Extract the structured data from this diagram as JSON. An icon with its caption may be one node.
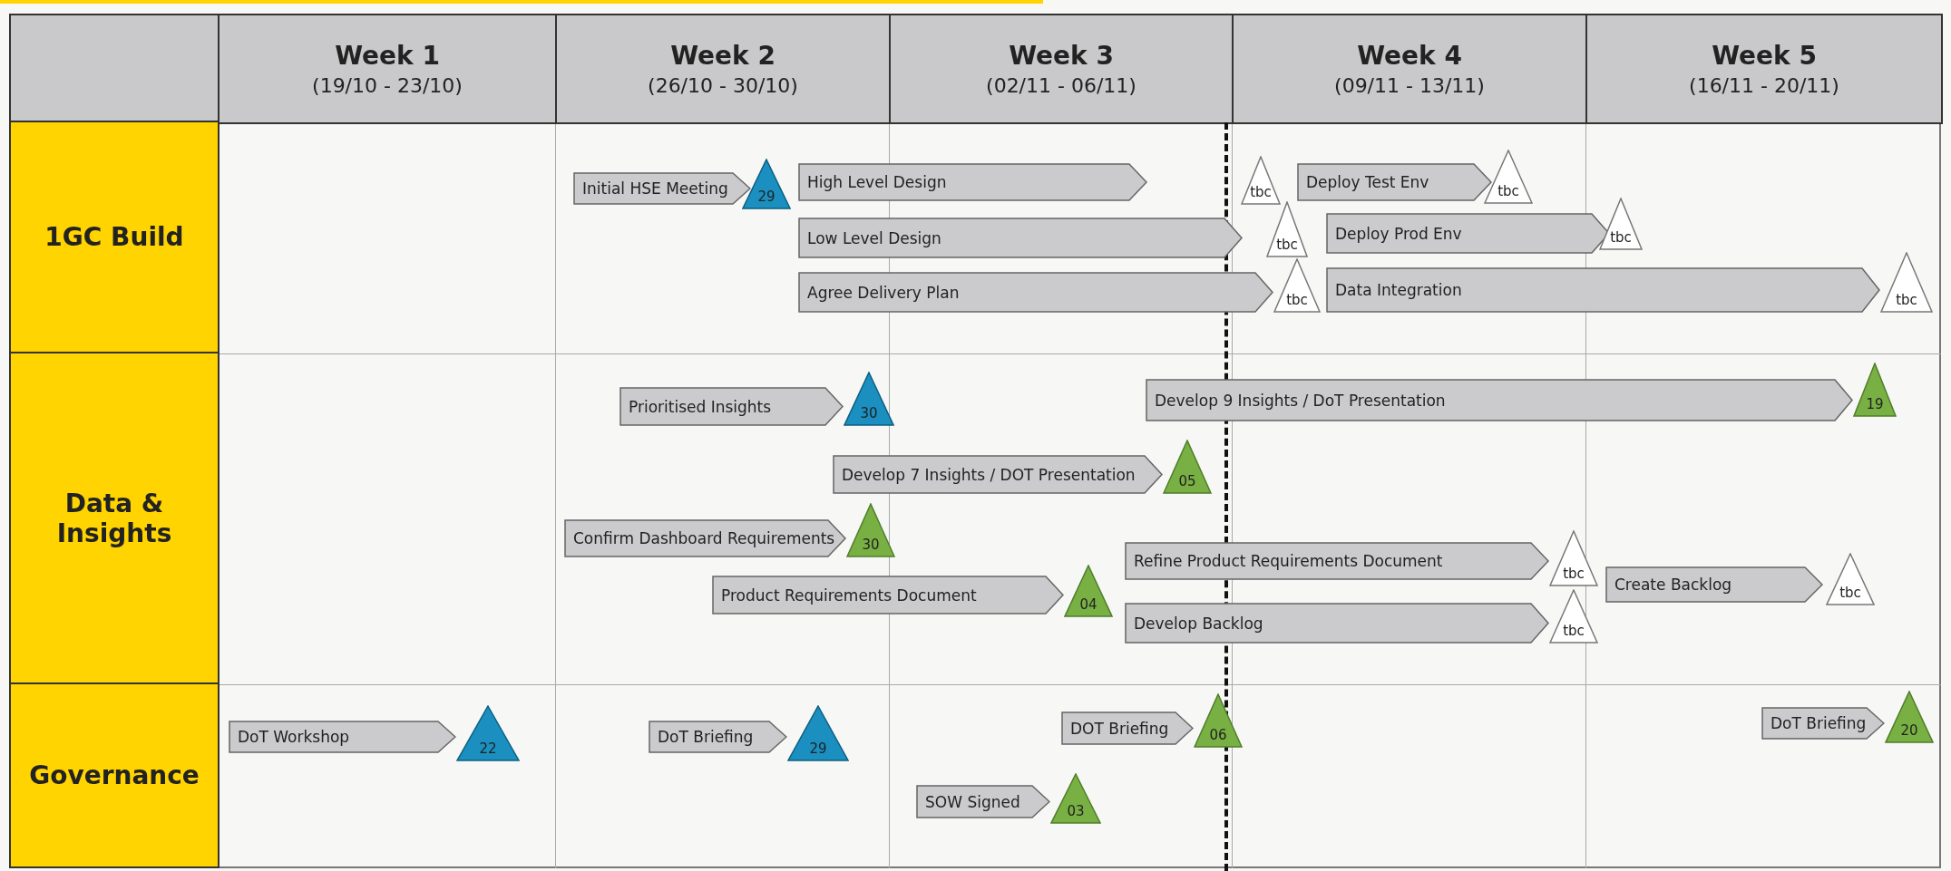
{
  "diagram": {
    "nodes": [
      {
        "text": [
          "Initial HSE Meeting"
        ]
      },
      {
        "text": [
          "29"
        ]
      },
      {
        "text": [
          "High Level Design"
        ]
      },
      {
        "text": [
          "tbc"
        ]
      },
      {
        "text": [
          "Deploy Test Env"
        ]
      },
      {
        "text": [
          "tbc"
        ]
      },
      {
        "text": [
          "Low Level Design"
        ]
      },
      {
        "text": [
          "tbc"
        ]
      },
      {
        "text": [
          "Deploy Prod Env"
        ]
      },
      {
        "text": [
          "tbc"
        ]
      },
      {
        "text": [
          "Agree Delivery Plan"
        ]
      },
      {
        "text": [
          "tbc"
        ]
      },
      {
        "text": [
          "Data Integration"
        ]
      },
      {
        "text": [
          "tbc"
        ]
      },
      {
        "text": [
          "Develop 9 Insights / DoT Presentation"
        ]
      },
      {
        "text": [
          "19"
        ]
      },
      {
        "text": [
          "Prioritised Insights"
        ]
      },
      {
        "text": [
          "30"
        ]
      },
      {
        "text": [
          "Develop 7 Insights / DOT Presentation"
        ]
      },
      {
        "text": [
          "05"
        ]
      },
      {
        "text": [
          "Confirm Dashboard Requirements"
        ]
      },
      {
        "text": [
          "30"
        ]
      },
      {
        "text": [
          "Refine Product Requirements Document"
        ]
      },
      {
        "text": [
          "tbc"
        ]
      },
      {
        "text": [
          "Create Backlog"
        ]
      },
      {
        "text": [
          "tbc"
        ]
      },
      {
        "text": [
          "Product Requirements Document"
        ]
      },
      {
        "text": [
          "04"
        ]
      },
      {
        "text": [
          "Develop Backlog"
        ]
      },
      {
        "text": [
          "tbc"
        ]
      },
      {
        "text": [
          "DoT Workshop"
        ]
      },
      {
        "text": [
          "22"
        ]
      },
      {
        "text": [
          "DoT Briefing"
        ]
      },
      {
        "text": [
          "29"
        ]
      },
      {
        "text": [
          "DOT Briefing"
        ]
      },
      {
        "text": [
          "06"
        ]
      },
      {
        "text": [
          "DoT Briefing"
        ]
      },
      {
        "text": [
          "20"
        ]
      },
      {
        "text": [
          "SOW Signed"
        ]
      },
      {
        "text": [
          "03"
        ]
      }
    ],
    "labels": [
      "Week 1",
      "(19/10 - 23/10)",
      "Week 2",
      "(26/10 - 30/10)",
      "Week 3",
      "(02/11 - 06/11)",
      "Week 4",
      "(09/11 - 13/11)",
      "Week 5",
      "(16/11 - 20/11)",
      "1GC Build",
      "Data & Insights",
      "Governance"
    ]
  }
}
